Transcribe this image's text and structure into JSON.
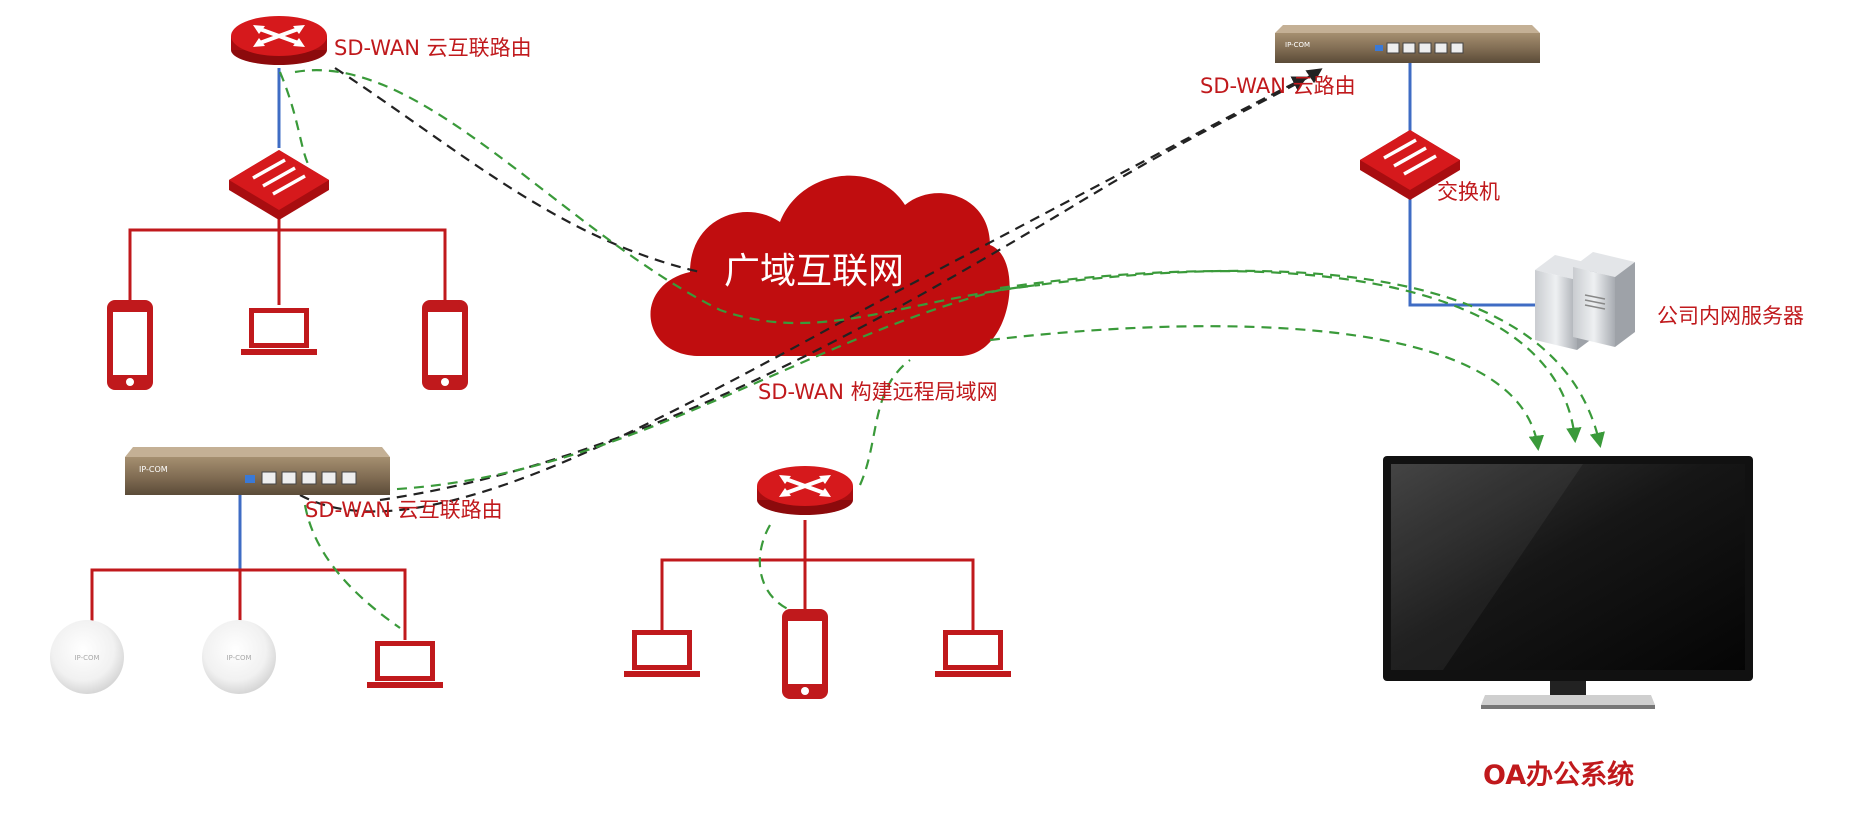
{
  "labels": {
    "router_top_left": "SD-WAN 云互联路由",
    "cloud_router_top_right": "SD-WAN 云路由",
    "switch_right": "交换机",
    "server": "公司内网服务器",
    "cloud": "广域互联网",
    "mid": "SD-WAN 构建远程局域网",
    "router_bottom_left": "SD-WAN 云互联路由",
    "oa": "OA办公系统"
  },
  "brand": {
    "device": "IP-COM",
    "ap": "IP-COM"
  },
  "colors": {
    "accent": "#c0191c",
    "trunk": "#3f6cc4",
    "green_link": "#3a9a3a",
    "black_link": "#222222"
  }
}
